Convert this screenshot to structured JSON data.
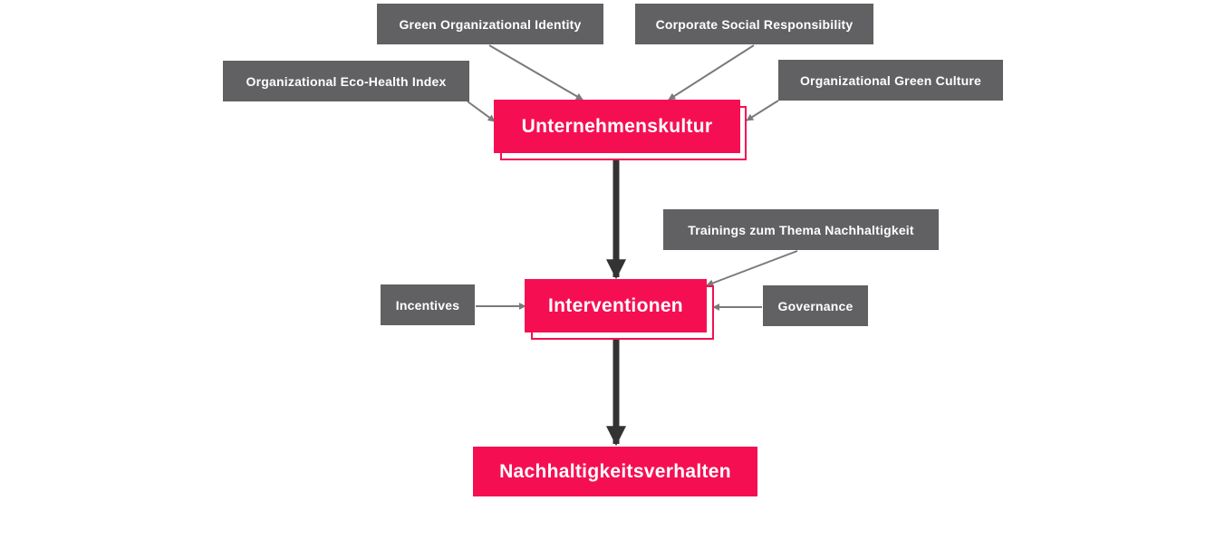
{
  "central": {
    "culture": "Unternehmenskultur",
    "interventions": "Interventionen",
    "behavior": "Nachhaltigkeitsverhalten"
  },
  "culture_inputs": {
    "green_identity": "Green Organizational Identity",
    "csr": "Corporate Social Responsibility",
    "eco_health": "Organizational Eco-Health Index",
    "green_culture": "Organizational Green Culture"
  },
  "intervention_inputs": {
    "trainings": "Trainings zum Thema Nachhaltigkeit",
    "incentives": "Incentives",
    "governance": "Governance"
  },
  "colors": {
    "accent": "#f50f52",
    "box": "#616164",
    "arrow_main": "#333333",
    "arrow_minor": "#7a7a7a"
  }
}
